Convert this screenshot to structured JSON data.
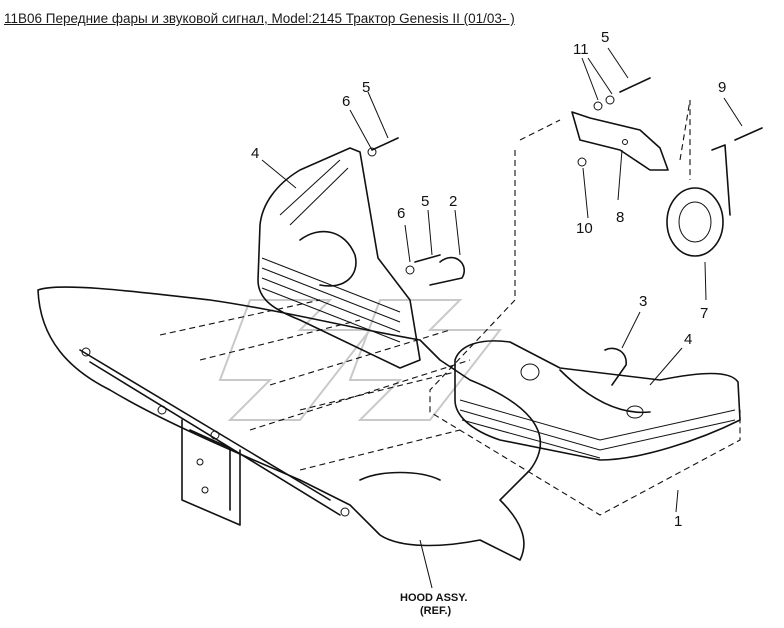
{
  "title": "11B06 Передние фары и звуковой сигнал, Model:2145 Трактор Genesis II (01/03- )",
  "callouts": [
    {
      "id": "c1",
      "label": "1"
    },
    {
      "id": "c2",
      "label": "2"
    },
    {
      "id": "c3",
      "label": "3"
    },
    {
      "id": "c4a",
      "label": "4"
    },
    {
      "id": "c4b",
      "label": "4"
    },
    {
      "id": "c5a",
      "label": "5"
    },
    {
      "id": "c5b",
      "label": "5"
    },
    {
      "id": "c5c",
      "label": "5"
    },
    {
      "id": "c6a",
      "label": "6"
    },
    {
      "id": "c6b",
      "label": "6"
    },
    {
      "id": "c7",
      "label": "7"
    },
    {
      "id": "c8",
      "label": "8"
    },
    {
      "id": "c9",
      "label": "9"
    },
    {
      "id": "c10",
      "label": "10"
    },
    {
      "id": "c11",
      "label": "11"
    }
  ],
  "hood_note": {
    "line1": "HOOD ASSY.",
    "line2": "(REF.)"
  }
}
